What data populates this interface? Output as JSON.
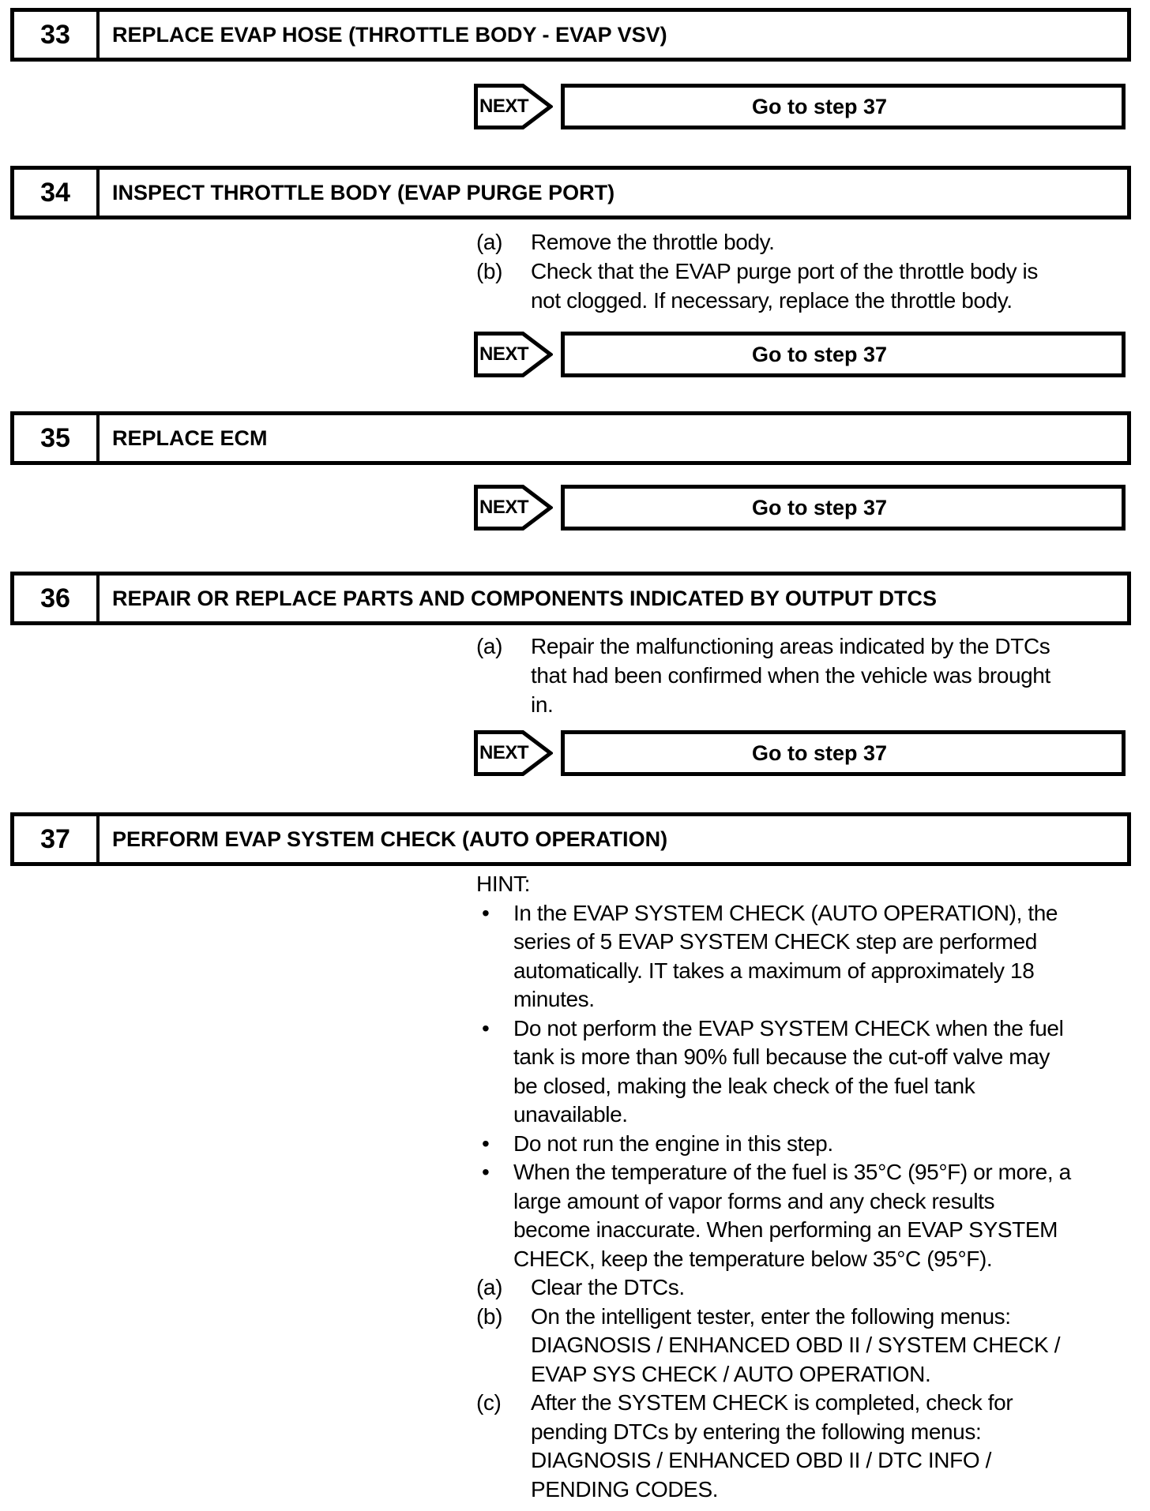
{
  "labels": {
    "next": "NEXT"
  },
  "steps": [
    {
      "number": "33",
      "title": "REPLACE EVAP HOSE (THROTTLE BODY - EVAP VSV)",
      "next_target": "Go to step 37"
    },
    {
      "number": "34",
      "title": "INSPECT THROTTLE BODY (EVAP PURGE PORT)",
      "items": [
        {
          "label": "(a)",
          "lines": [
            "Remove the throttle body."
          ]
        },
        {
          "label": "(b)",
          "lines": [
            "Check that the EVAP purge port of the throttle body is",
            "not clogged. If necessary, replace the throttle body."
          ]
        }
      ],
      "next_target": "Go to step 37"
    },
    {
      "number": "35",
      "title": "REPLACE ECM",
      "next_target": "Go to step 37"
    },
    {
      "number": "36",
      "title": "REPAIR OR REPLACE PARTS AND COMPONENTS INDICATED BY OUTPUT DTCS",
      "items": [
        {
          "label": "(a)",
          "lines": [
            "Repair the malfunctioning areas indicated by the DTCs",
            "that had been confirmed when the vehicle was brought",
            "in."
          ]
        }
      ],
      "next_target": "Go to step 37"
    },
    {
      "number": "37",
      "title": "PERFORM EVAP SYSTEM CHECK (AUTO OPERATION)",
      "hint_label": "HINT:",
      "hints": [
        {
          "label": "•",
          "lines": [
            "In the EVAP SYSTEM CHECK (AUTO OPERATION), the",
            "series of 5 EVAP SYSTEM CHECK step are performed",
            "automatically. IT takes a maximum of approximately 18",
            "minutes."
          ]
        },
        {
          "label": "•",
          "lines": [
            "Do not perform the EVAP SYSTEM CHECK when the fuel",
            "tank is more than 90% full because the cut-off valve may",
            "be closed, making the leak check of the fuel tank",
            "unavailable."
          ]
        },
        {
          "label": "•",
          "lines": [
            "Do not run the engine in this step."
          ]
        },
        {
          "label": "•",
          "lines": [
            "When the temperature of the fuel is 35°C (95°F) or more, a",
            "large amount of vapor forms and any check results",
            "become inaccurate. When performing an EVAP SYSTEM",
            "CHECK, keep the temperature below 35°C (95°F)."
          ]
        }
      ],
      "items": [
        {
          "label": "(a)",
          "lines": [
            "Clear the DTCs."
          ]
        },
        {
          "label": "(b)",
          "lines": [
            "On the intelligent tester, enter the following menus:",
            "DIAGNOSIS / ENHANCED OBD II / SYSTEM CHECK /",
            "EVAP SYS CHECK / AUTO OPERATION."
          ]
        },
        {
          "label": "(c)",
          "lines": [
            "After the SYSTEM CHECK is completed, check for",
            "pending DTCs by entering the following menus:",
            "DIAGNOSIS / ENHANCED OBD II / DTC INFO /",
            "PENDING CODES."
          ]
        }
      ]
    }
  ]
}
